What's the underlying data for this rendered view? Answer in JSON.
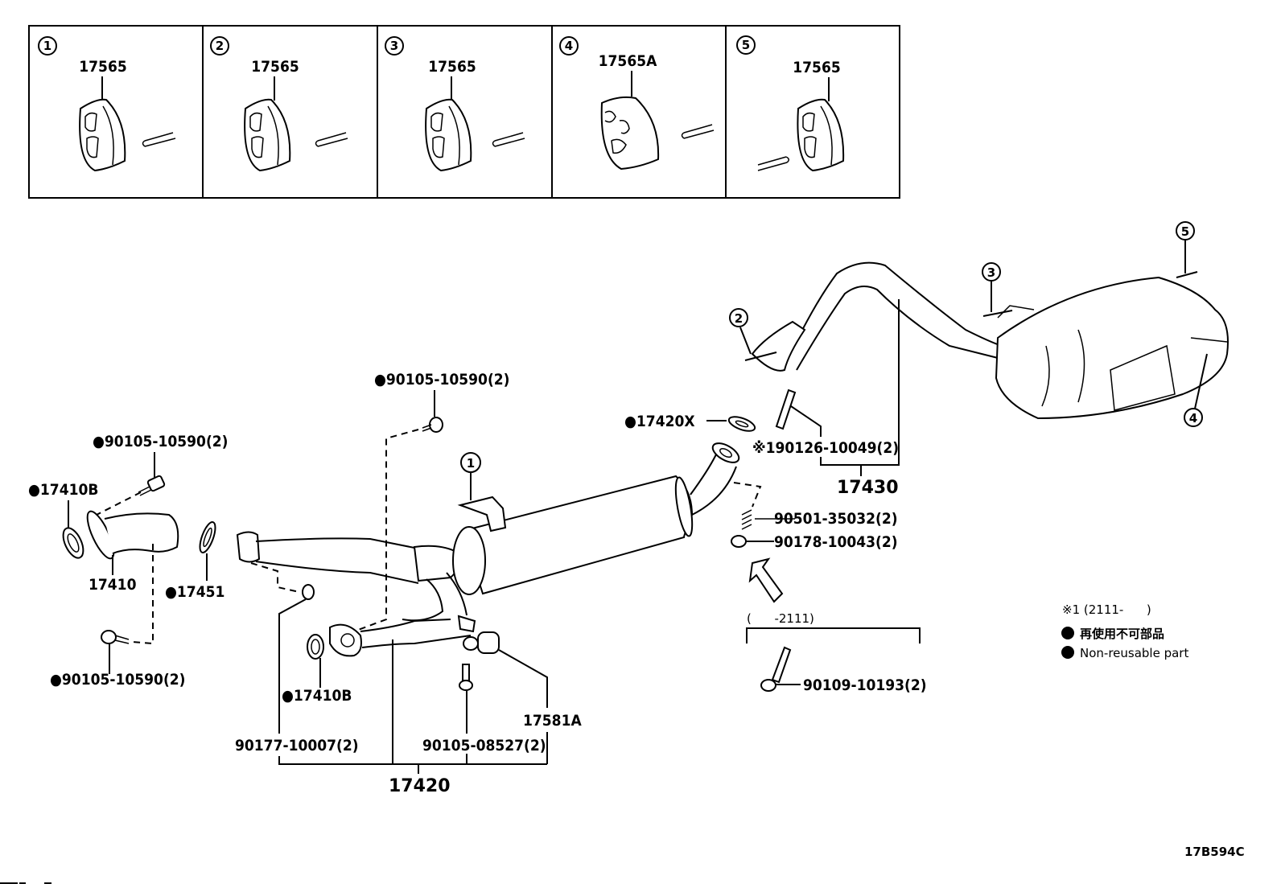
{
  "panels": [
    {
      "num": "1",
      "part": "17565"
    },
    {
      "num": "2",
      "part": "17565"
    },
    {
      "num": "3",
      "part": "17565"
    },
    {
      "num": "4",
      "part": "17565A"
    },
    {
      "num": "5",
      "part": "17565"
    }
  ],
  "callouts": {
    "c1": "1",
    "c2": "2",
    "c3": "3",
    "c4": "4",
    "c5": "5"
  },
  "labels": {
    "bolt_top_left": "●90105-10590(2)",
    "gasket_17410b_left": "●17410B",
    "pipe_17410": "17410",
    "gasket_17451": "●17451",
    "bolt_bottom_left": "●90105-10590(2)",
    "bolt_center_top": "●90105-10590(2)",
    "gasket_17410b_lower": "●17410B",
    "nut_90177": "90177-10007(2)",
    "bolt_90105_08527": "90105-08527(2)",
    "hanger_17581a": "17581A",
    "assy_17420": "17420",
    "gasket_17420x": "●17420X",
    "stud_190126": "※190126-10049(2)",
    "assy_17430": "17430",
    "spring_90501": "90501-35032(2)",
    "nut_90178": "90178-10043(2)",
    "range_label": "(      -2111)",
    "bolt_90109": "90109-10193(2)"
  },
  "legend": {
    "note": "※1 (2111-      )",
    "items": [
      {
        "symbol": "●",
        "text": "再使用不可部品"
      },
      {
        "symbol": "●",
        "text": "Non-reusable part"
      }
    ]
  },
  "diagram_code": "17B594C"
}
